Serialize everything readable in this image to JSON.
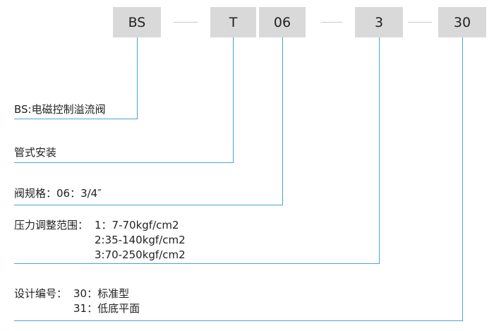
{
  "code_boxes": [
    {
      "id": "bs",
      "text": "BS"
    },
    {
      "id": "t",
      "text": "T"
    },
    {
      "id": "size",
      "text": "06"
    },
    {
      "id": "pressure",
      "text": "3"
    },
    {
      "id": "design",
      "text": "30"
    }
  ],
  "descriptions": {
    "model": "BS:电磁控制溢流阀",
    "mounting": "管式安装",
    "valve_size": "阀规格：06：3/4″",
    "pressure_title": "压力调整范围：",
    "pressure_1": "1：7-70kgf/cm2",
    "pressure_2": "2:35-140kgf/cm2",
    "pressure_3": "3:70-250kgf/cm2",
    "design_title": "设计编号：",
    "design_1": "30：标准型",
    "design_2": "31：低底平面"
  },
  "colors": {
    "connector_line": "#4aa3d6",
    "box_fill": "#d9d9d9",
    "dash": "#c8c8c8"
  }
}
